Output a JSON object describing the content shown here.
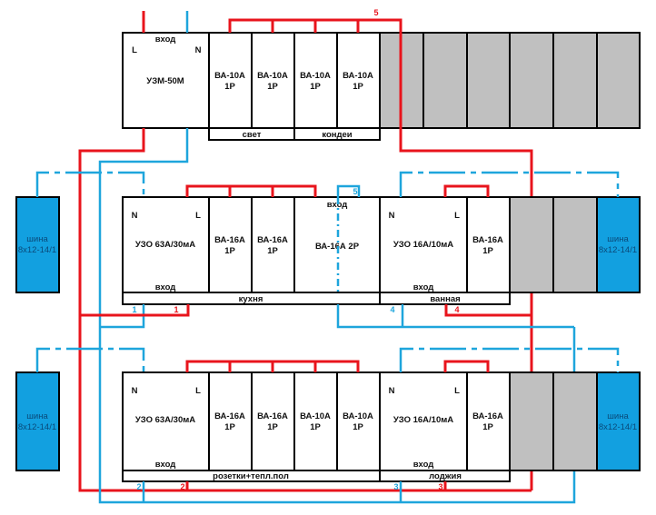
{
  "row1": {
    "uzm": {
      "label": "УЗМ-50М",
      "input": "вход",
      "l": "L",
      "n": "N"
    },
    "breakers": [
      {
        "l1": "ВА-10А",
        "l2": "1Р"
      },
      {
        "l1": "ВА-10А",
        "l2": "1Р"
      },
      {
        "l1": "ВА-10А",
        "l2": "1Р"
      },
      {
        "l1": "ВА-10А",
        "l2": "1Р"
      }
    ],
    "groups": [
      "свет",
      "кондеи"
    ],
    "wire_label": "5"
  },
  "row2": {
    "rcd1": {
      "label": "УЗО 63А/30мА",
      "input": "вход",
      "n": "N",
      "l": "L"
    },
    "breakers": [
      {
        "l1": "ВА-16А",
        "l2": "1Р"
      },
      {
        "l1": "ВА-16А",
        "l2": "1Р"
      }
    ],
    "breaker2p": {
      "label": "ВА-16А 2Р",
      "input": "вход",
      "wire_label": "5"
    },
    "rcd2": {
      "label": "УЗО 16А/10мА",
      "input": "вход",
      "n": "N",
      "l": "L"
    },
    "breaker_right": {
      "l1": "ВА-16А",
      "l2": "1Р"
    },
    "groups": [
      "кухня",
      "ванная"
    ],
    "wire_labels": {
      "blue_left": "1",
      "red_left": "1",
      "blue_right": "4",
      "red_right": "4"
    }
  },
  "row3": {
    "rcd1": {
      "label": "УЗО 63А/30мА",
      "input": "вход",
      "n": "N",
      "l": "L"
    },
    "breakers": [
      {
        "l1": "ВА-16А",
        "l2": "1Р"
      },
      {
        "l1": "ВА-16А",
        "l2": "1Р"
      },
      {
        "l1": "ВА-10А",
        "l2": "1Р"
      },
      {
        "l1": "ВА-10А",
        "l2": "1Р"
      }
    ],
    "rcd2": {
      "label": "УЗО 16А/10мА",
      "input": "вход",
      "n": "N",
      "l": "L"
    },
    "breaker_right": {
      "l1": "ВА-16А",
      "l2": "1Р"
    },
    "groups": [
      "розетки+тепл.пол",
      "лоджия"
    ],
    "wire_labels": {
      "blue_left": "2",
      "red_left": "2",
      "blue_right": "3",
      "red_right": "3"
    }
  },
  "bus": {
    "l1": "шина",
    "l2": "8х12-14/1"
  },
  "colors": {
    "phase": "#e8141c",
    "neutral": "#1ea5dc",
    "bus": "#12a0e0",
    "empty": "#c0c0c0"
  }
}
